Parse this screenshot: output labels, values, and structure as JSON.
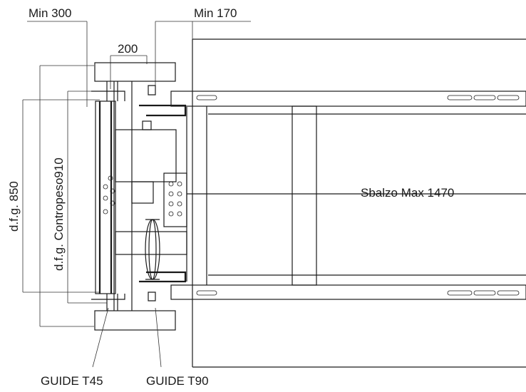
{
  "drawing": {
    "labels": {
      "min_300": "Min 300",
      "min_170": "Min 170",
      "width_200": "200",
      "dfg_850": "d.f.g. 850",
      "dfg_contrappeso": "d.f.g. Contropeso910",
      "sbalzo": "Sbalzo Max 1470",
      "guide_t45": "GUIDE T45",
      "guide_t90": "GUIDE T90"
    },
    "colors": {
      "line": "#1a1a1a",
      "background": "#ffffff"
    }
  }
}
